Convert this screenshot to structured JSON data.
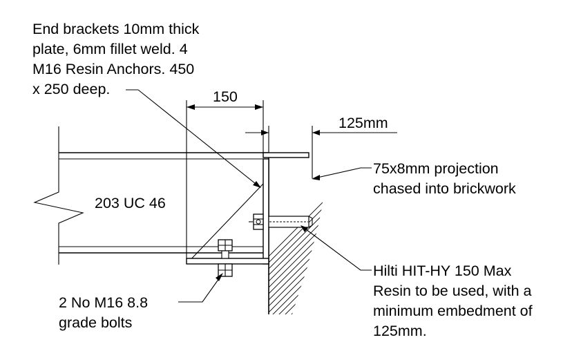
{
  "notes": {
    "end_brackets": [
      "End brackets 10mm thick",
      "plate, 6mm fillet weld. 4",
      "M16 Resin Anchors. 450",
      "x 250 deep."
    ],
    "projection": [
      "75x8mm projection",
      "chased into brickwork"
    ],
    "resin": [
      "Hilti HIT-HY 150 Max",
      "Resin to be used, with a",
      "minimum embedment of",
      "125mm."
    ],
    "bolts": [
      "2 No M16 8.8",
      "grade bolts"
    ]
  },
  "section_label": "203 UC 46",
  "dimensions": {
    "bracket_width": "150",
    "embed_depth": "125mm"
  },
  "colors": {
    "line": "#000000",
    "background": "#ffffff"
  }
}
